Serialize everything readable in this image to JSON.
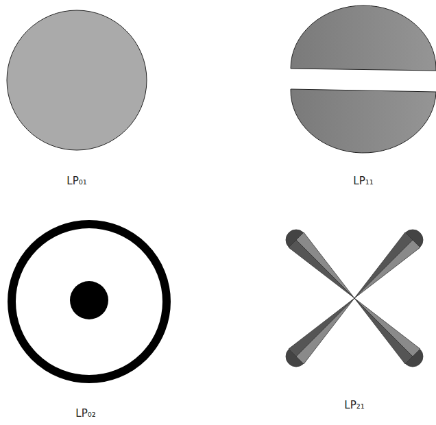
{
  "diagram": {
    "labels": [
      "LP₀₁",
      "LP₁₁",
      "LP₀₂",
      "LP₂₁"
    ]
  }
}
